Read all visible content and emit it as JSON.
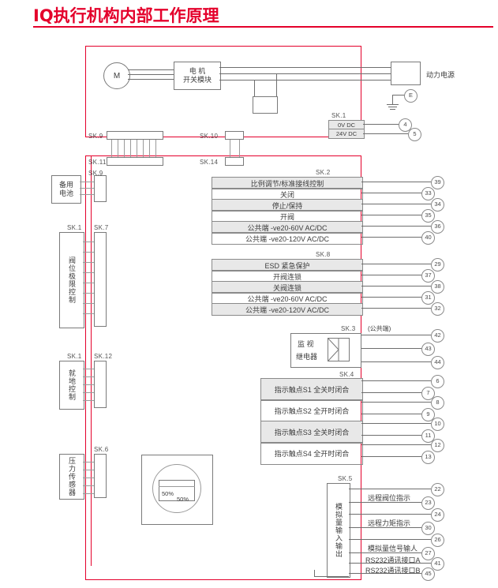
{
  "title": "IQ执行机构内部工作原理",
  "accent_color": "#e4002b",
  "power": {
    "motor_label": "M",
    "motor_module": [
      "电 机",
      "开关模块"
    ],
    "supply_label": "动力电源",
    "earth_label": "E",
    "sk1_label": "SK.1",
    "dc_rows": [
      {
        "label": "0V DC",
        "terminal": "4"
      },
      {
        "label": "24V DC",
        "terminal": "5"
      }
    ]
  },
  "connectors": {
    "sk9_top": "SK.9",
    "sk10": "SK.10",
    "sk11": "SK.11",
    "sk14": "SK.14",
    "sk9_left": "SK.9",
    "sk7": "SK.7",
    "sk12": "SK.12",
    "sk6": "SK.6",
    "sk1_valve": "SK.1",
    "sk1_local": "SK.1",
    "sk2": "SK.2",
    "sk8": "SK.8",
    "sk3": "SK.3",
    "sk4": "SK.4",
    "sk5": "SK.5"
  },
  "left_blocks": {
    "battery": [
      "备用",
      "电池"
    ],
    "valve_limit": "阀位极限控制",
    "local_control": "就地控制",
    "pressure_sensor": "压力传感器"
  },
  "display": {
    "value_top": "50%",
    "value_bottom": "50%"
  },
  "sk2_block": {
    "label": "SK.2",
    "rows": [
      {
        "text": "比例调节/标准接线控制",
        "terminal": "39"
      },
      {
        "text": "关闭",
        "terminal": "33"
      },
      {
        "text": "停止/保持",
        "terminal": "34"
      },
      {
        "text": "开阀",
        "terminal": "35"
      },
      {
        "text": "公共端 -ve20-60V AC/DC",
        "terminal": "36"
      },
      {
        "text": "公共端 -ve20-120V AC/DC",
        "terminal": "40"
      }
    ]
  },
  "sk8_block": {
    "label": "SK.8",
    "rows": [
      {
        "text": "ESD 紧急保护",
        "terminal": "29"
      },
      {
        "text": "开阀连锁",
        "terminal": "37"
      },
      {
        "text": "关阀连锁",
        "terminal": "38"
      },
      {
        "text": "公共端 -ve20-60V AC/DC",
        "terminal": "31"
      },
      {
        "text": "公共端 -ve20-120V AC/DC",
        "terminal": "32"
      }
    ]
  },
  "sk3_block": {
    "label": "SK.3",
    "name_lines": [
      "监 视",
      "继电器"
    ],
    "common_note": "(公共端)",
    "terminals": [
      "42",
      "43",
      "44"
    ]
  },
  "sk4_block": {
    "label": "SK.4",
    "rows": [
      {
        "text": "指示触点S1  全关时闭合",
        "terminals": [
          "6",
          "7"
        ]
      },
      {
        "text": "指示触点S2  全开时闭合",
        "terminals": [
          "8",
          "9"
        ]
      },
      {
        "text": "指示触点S3  全关时闭合",
        "terminals": [
          "10",
          "11"
        ]
      },
      {
        "text": "指示触点S4  全开时闭合",
        "terminals": [
          "12",
          "13"
        ]
      }
    ]
  },
  "sk5_block": {
    "label": "SK.5",
    "name": "模拟量输入输出",
    "rows": [
      {
        "text": "远程阀位指示",
        "terminals": [
          "22",
          "23"
        ]
      },
      {
        "text": "远程力矩指示",
        "terminals": [
          "24",
          "30"
        ]
      },
      {
        "text": "模拟量信号输人",
        "terminals": [
          "26",
          "27"
        ]
      },
      {
        "text": "RS232通讯接口A",
        "terminals": [
          "41"
        ]
      },
      {
        "text": "RS232通讯接口B",
        "terminals": [
          "45"
        ]
      }
    ]
  }
}
